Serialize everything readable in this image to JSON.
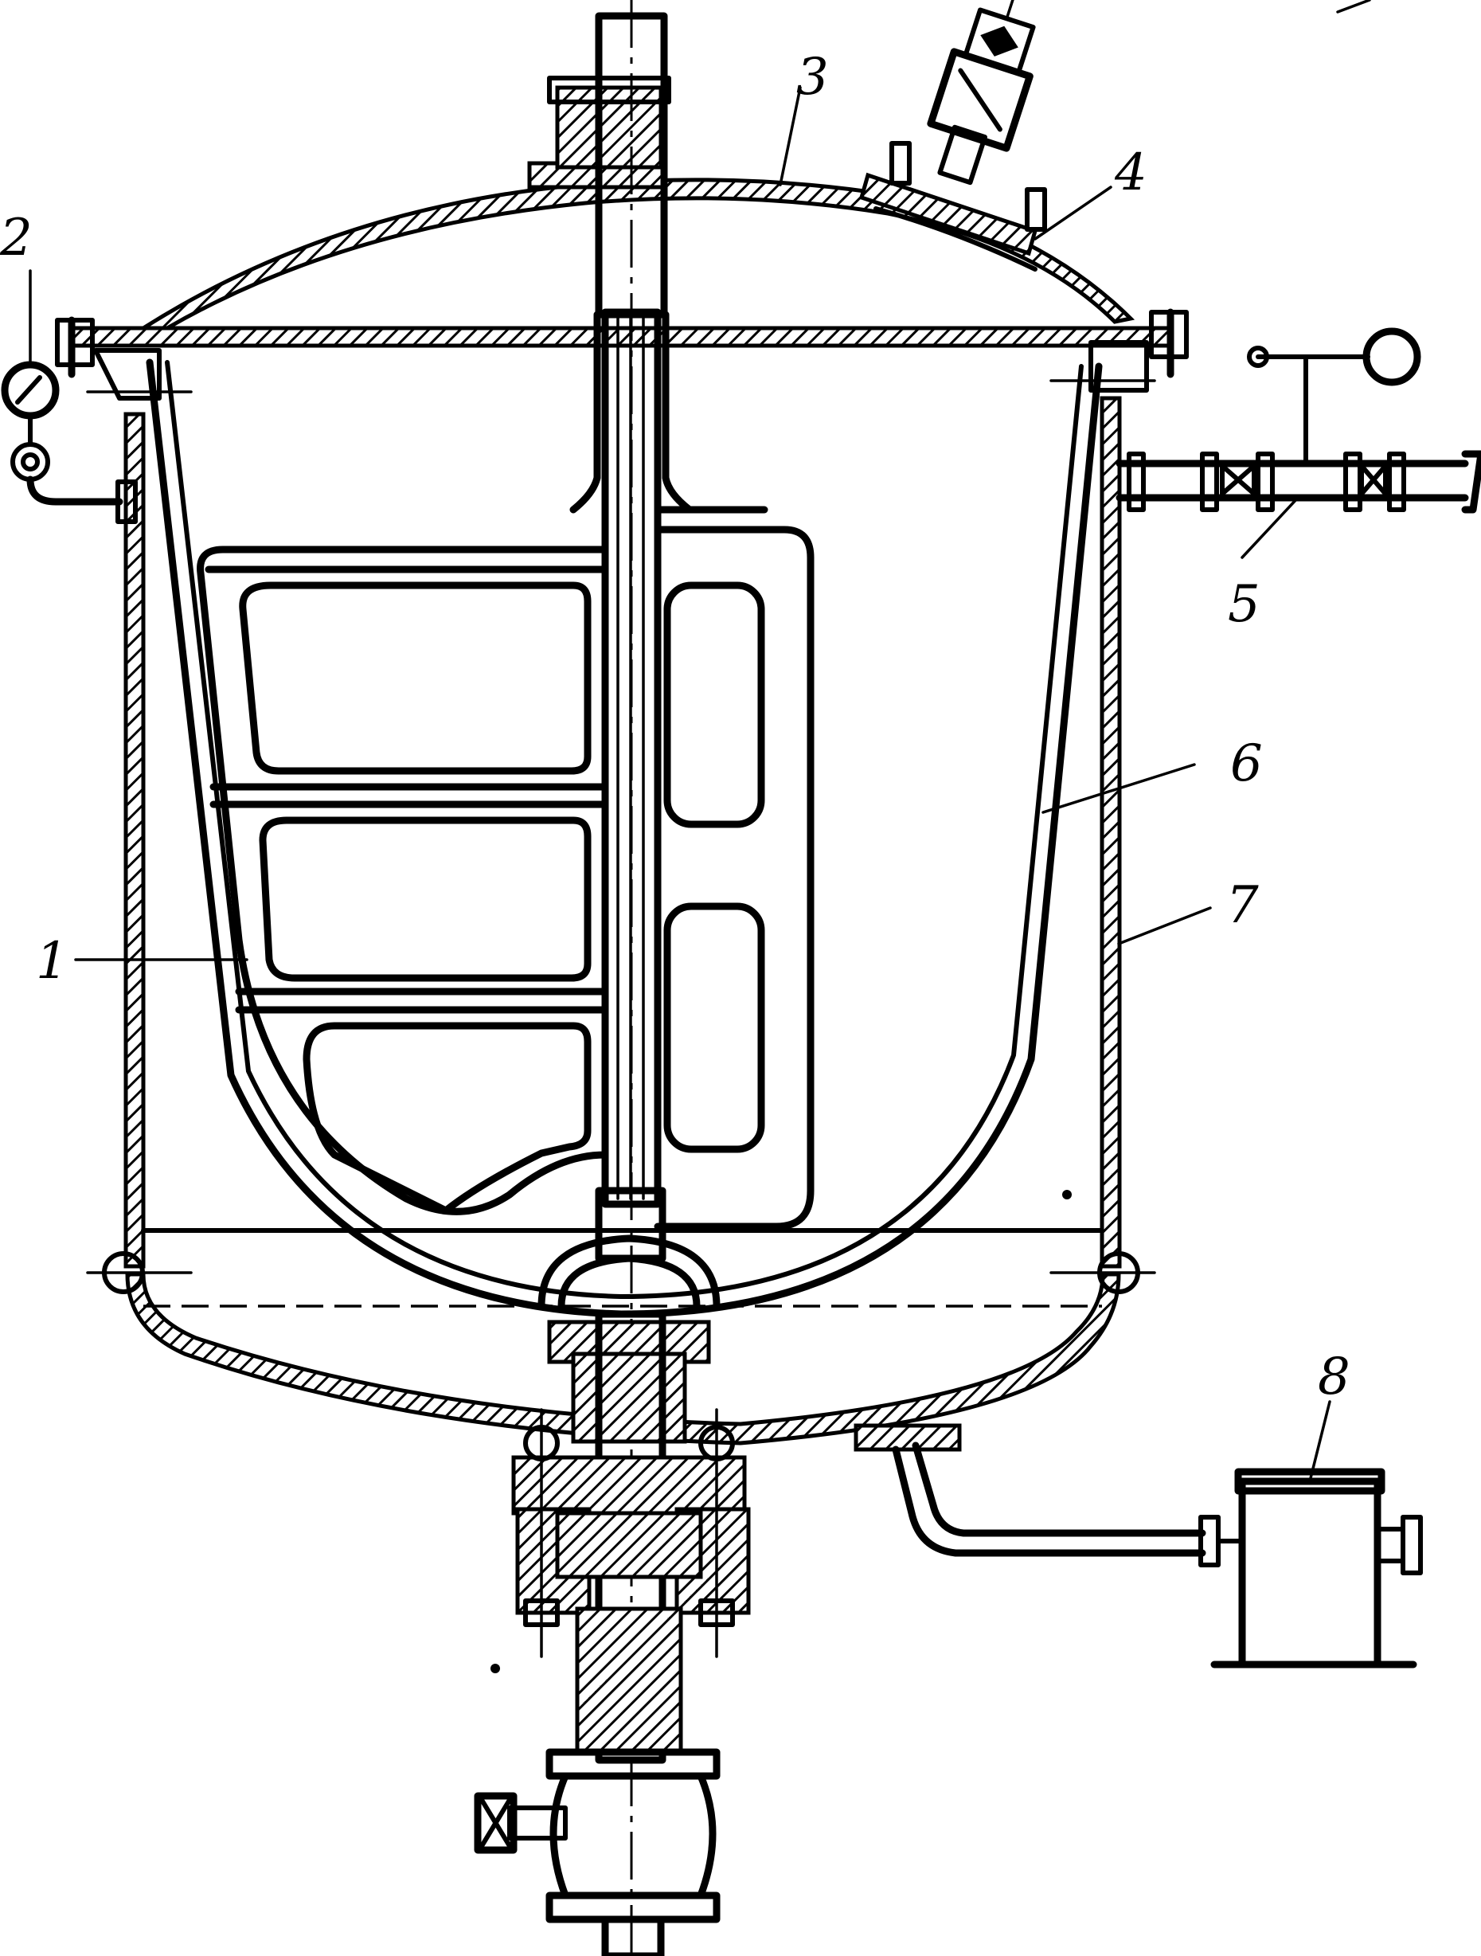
{
  "figure": {
    "callouts": [
      {
        "id": "agitator-frame",
        "label": "1"
      },
      {
        "id": "pressure-gauge",
        "label": "2"
      },
      {
        "id": "lid",
        "label": "3"
      },
      {
        "id": "hatch-cover",
        "label": "4"
      },
      {
        "id": "steam-inlet",
        "label": "5"
      },
      {
        "id": "inner-vessel",
        "label": "6"
      },
      {
        "id": "outer-jacket",
        "label": "7"
      },
      {
        "id": "condensate-trap",
        "label": "8"
      }
    ],
    "colors": {
      "ink": "#000000",
      "paper": "#ffffff"
    }
  }
}
